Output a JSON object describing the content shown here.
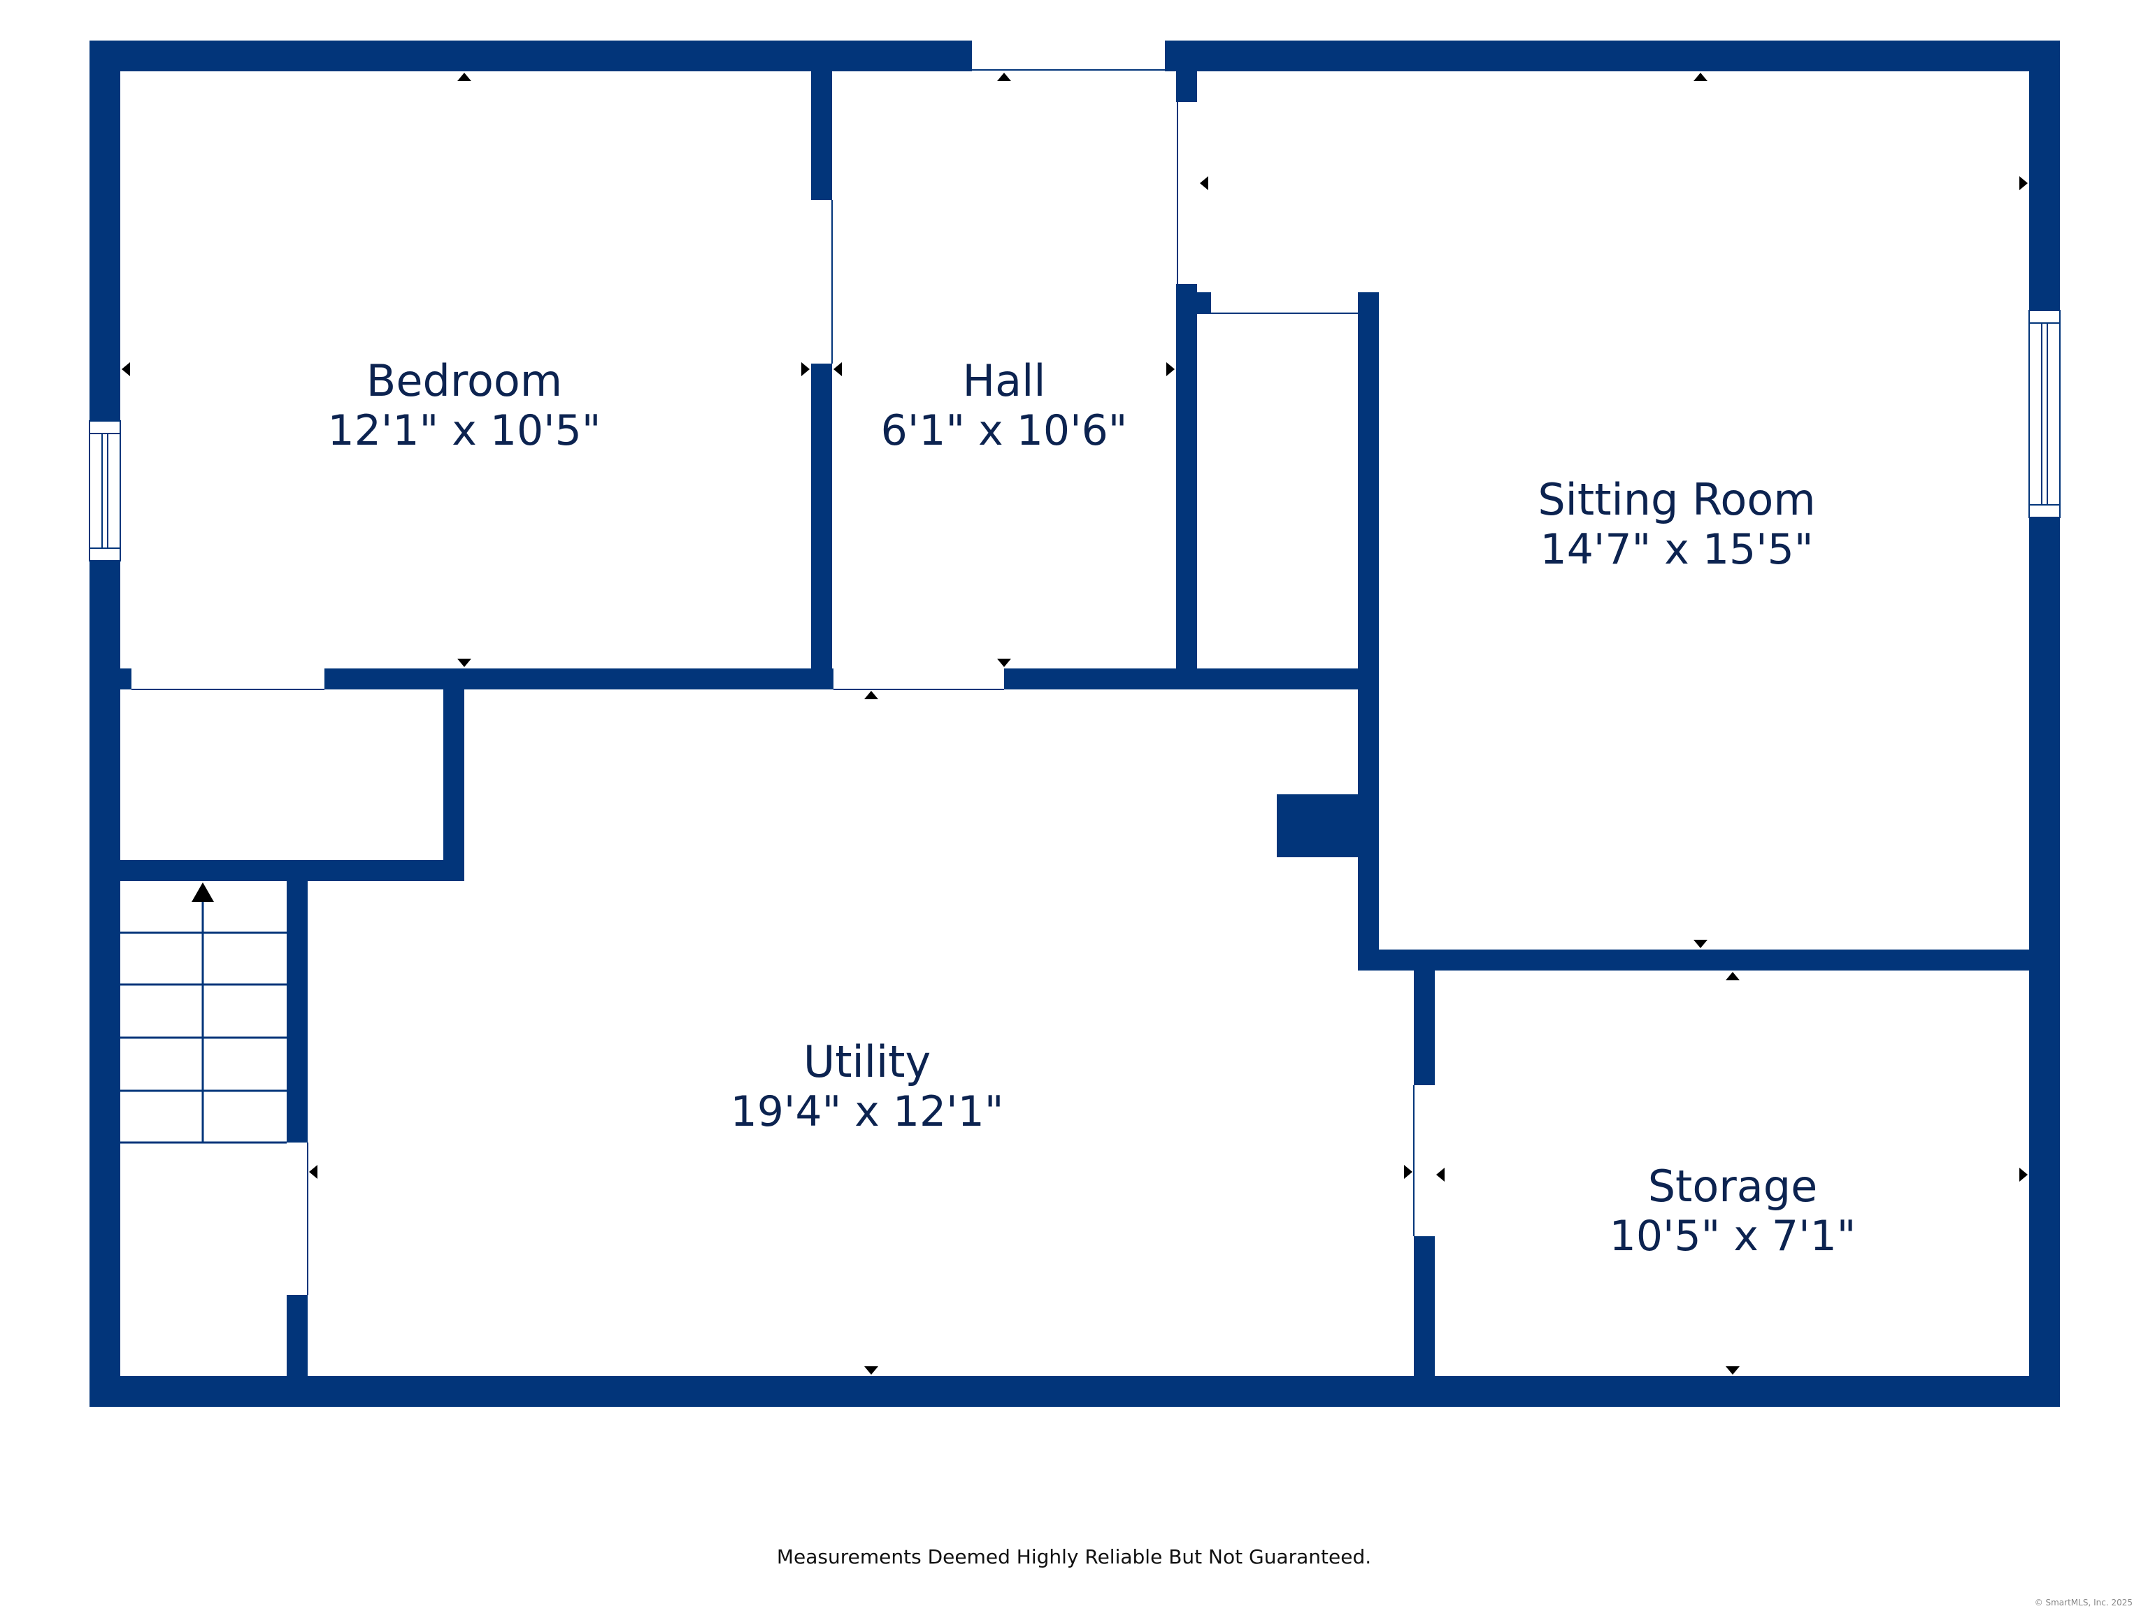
{
  "rooms": [
    {
      "name": "Bedroom",
      "dims": "12'1\" x 10'5\""
    },
    {
      "name": "Hall",
      "dims": "6'1\" x 10'6\""
    },
    {
      "name": "Sitting Room",
      "dims": "14'7\" x 15'5\""
    },
    {
      "name": "Utility",
      "dims": "19'4\" x 12'1\""
    },
    {
      "name": "Storage",
      "dims": "10'5\" x 7'1\""
    }
  ],
  "footer": {
    "disclaimer": "Measurements Deemed Highly Reliable But Not Guaranteed.",
    "copyright": "© SmartMLS, Inc. 2025"
  },
  "colors": {
    "wall": "#02357a",
    "label": "#0c2350"
  }
}
